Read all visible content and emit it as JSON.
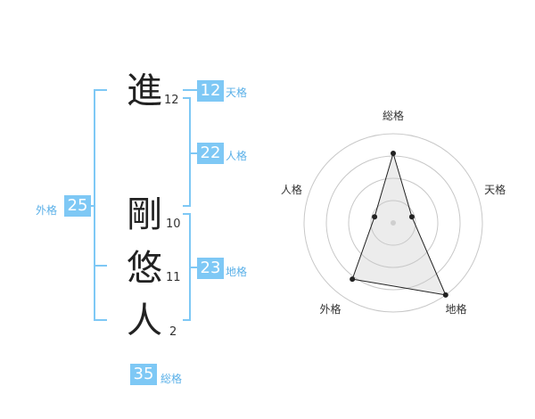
{
  "name": {
    "chars": [
      {
        "char": "進",
        "strokes": "12"
      },
      {
        "char": "剛",
        "strokes": "10"
      },
      {
        "char": "悠",
        "strokes": "11"
      },
      {
        "char": "人",
        "strokes": "2"
      }
    ]
  },
  "kaku": {
    "tenkaku": {
      "value": "12",
      "label": "天格"
    },
    "jinkaku": {
      "value": "22",
      "label": "人格"
    },
    "chikaku": {
      "value": "23",
      "label": "地格"
    },
    "gaikaku": {
      "value": "25",
      "label": "外格"
    },
    "soukaku": {
      "value": "35",
      "label": "総格"
    }
  },
  "colors": {
    "accent": "#7ec8f5",
    "label": "#5ab0e8",
    "bracket": "#7ec8f5"
  },
  "chart_data": {
    "type": "radar",
    "axes": [
      "総格",
      "天格",
      "地格",
      "外格",
      "人格"
    ],
    "values": [
      0.78,
      0.22,
      1.0,
      0.78,
      0.22
    ],
    "range": [
      0,
      1
    ],
    "rings": 4
  }
}
